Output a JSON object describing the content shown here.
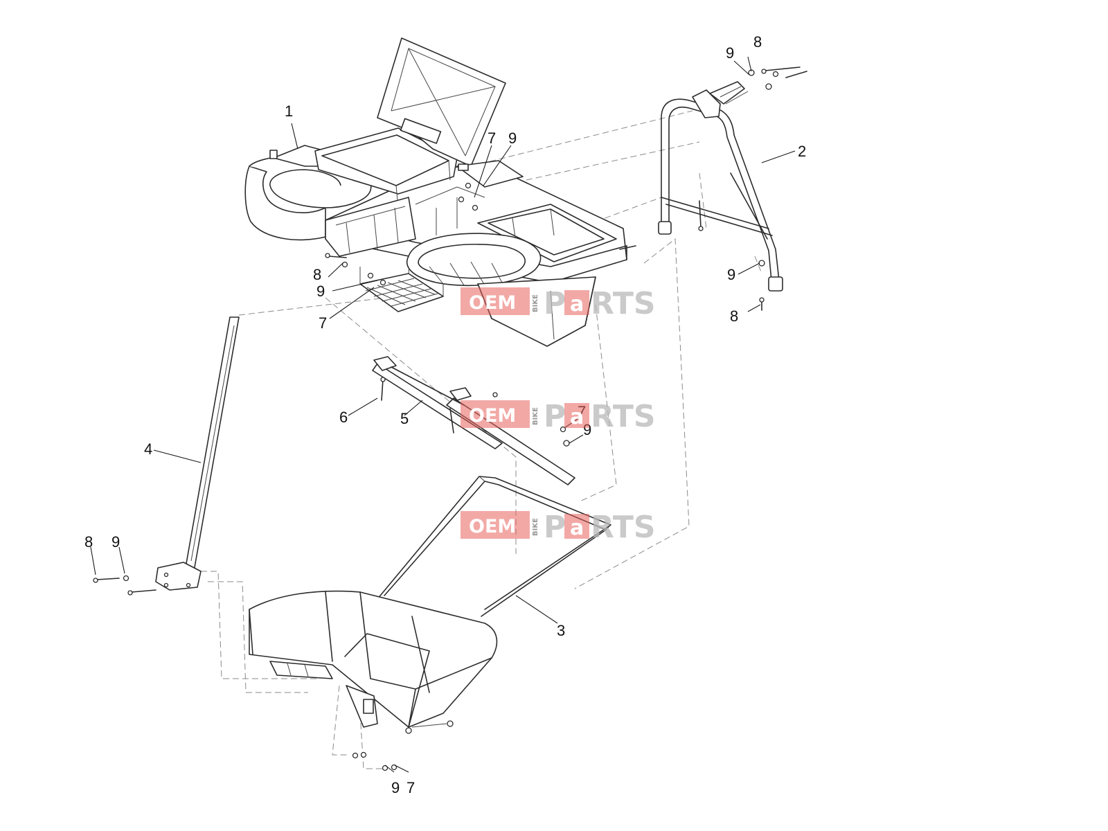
{
  "callouts": [
    {
      "id": "c1a",
      "label": "1"
    },
    {
      "id": "c2a",
      "label": "2"
    },
    {
      "id": "c3a",
      "label": "3"
    },
    {
      "id": "c4a",
      "label": "4"
    },
    {
      "id": "c5a",
      "label": "5"
    },
    {
      "id": "c6a",
      "label": "6"
    },
    {
      "id": "c7a",
      "label": "7"
    },
    {
      "id": "c7b",
      "label": "7"
    },
    {
      "id": "c7c",
      "label": "7"
    },
    {
      "id": "c7d",
      "label": "7"
    },
    {
      "id": "c8a",
      "label": "8"
    },
    {
      "id": "c8b",
      "label": "8"
    },
    {
      "id": "c8c",
      "label": "8"
    },
    {
      "id": "c8d",
      "label": "8"
    },
    {
      "id": "c9a",
      "label": "9"
    },
    {
      "id": "c9b",
      "label": "9"
    },
    {
      "id": "c9c",
      "label": "9"
    },
    {
      "id": "c9d",
      "label": "9"
    },
    {
      "id": "c9e",
      "label": "9"
    },
    {
      "id": "c9f",
      "label": "9"
    },
    {
      "id": "c9g",
      "label": "9"
    }
  ],
  "watermark": {
    "oem": "OEM",
    "bike": "BIKE",
    "p": "P",
    "a": "a",
    "rts": "RTS",
    "box_color": "#e8625d",
    "gray_color": "#b9b9b9"
  },
  "colors": {
    "line": "#2b2b2b",
    "dashed": "#8a8a8a",
    "background": "#ffffff"
  }
}
